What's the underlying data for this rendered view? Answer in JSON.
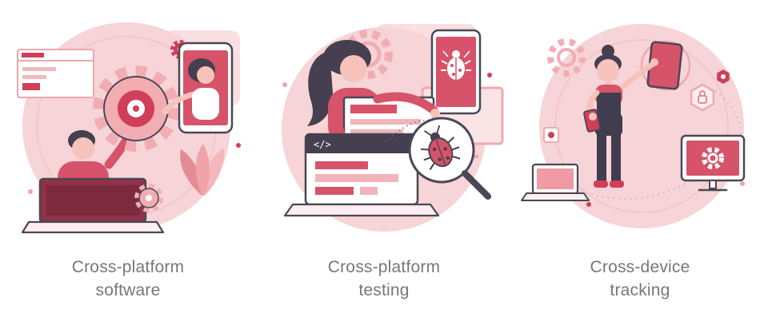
{
  "illustration": {
    "panels": [
      {
        "name": "cross-platform-software",
        "caption_line1": "Cross-platform",
        "caption_line2": "software"
      },
      {
        "name": "cross-platform-testing",
        "caption_line1": "Cross-platform",
        "caption_line2": "testing",
        "code_glyph": "</>"
      },
      {
        "name": "cross-device-tracking",
        "caption_line1": "Cross-device",
        "caption_line2": "tracking"
      }
    ],
    "palette": {
      "background": "#ffffff",
      "blob_pink": "#f7d4d7",
      "soft_pink": "#f9dfe1",
      "mid_pink": "#f2adb3",
      "accent_red": "#cf3f58",
      "rose": "#d6536a",
      "outline_dark": "#4a4856",
      "hair_dark": "#453f4f",
      "skin": "#f6c3bb",
      "caption_gray": "#76777b"
    }
  }
}
